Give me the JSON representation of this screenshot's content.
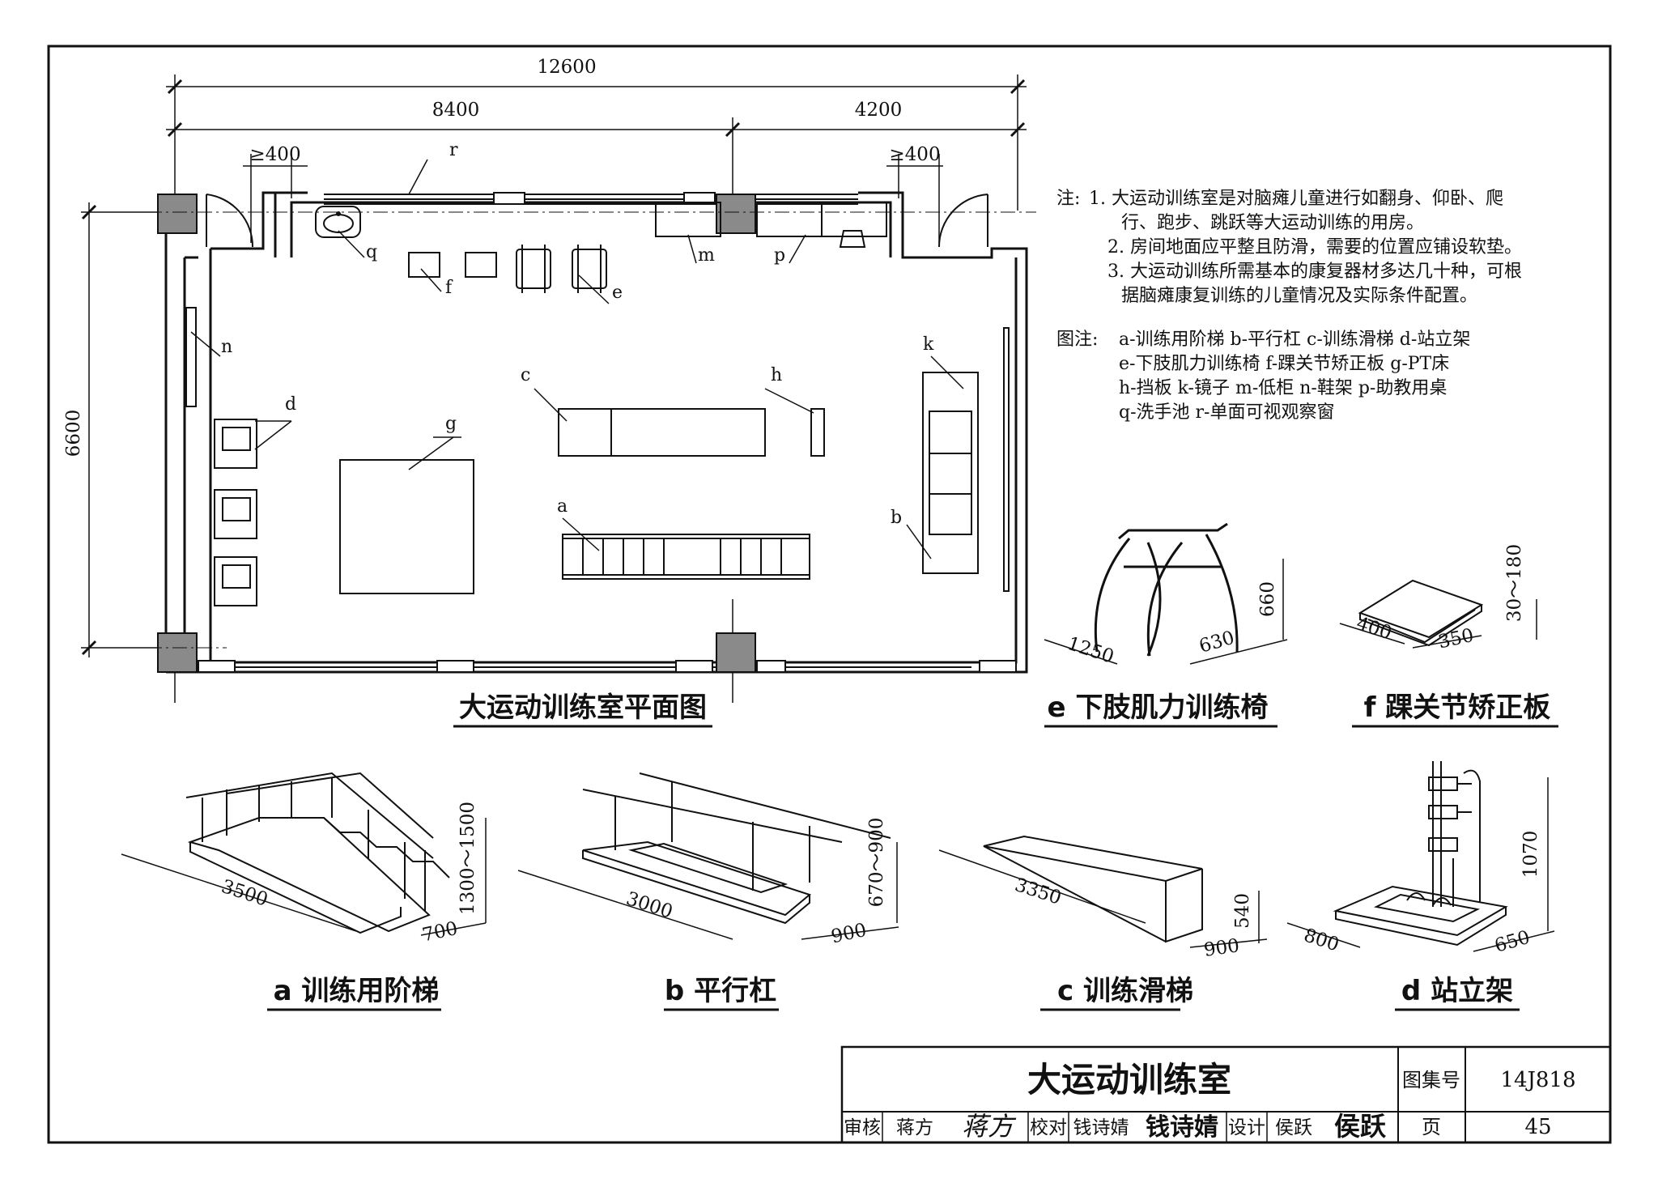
{
  "plan": {
    "dims": {
      "total_width": "12600",
      "left_width": "8400",
      "right_width": "4200",
      "clear_left": "≥400",
      "clear_right": "≥400",
      "depth": "6600"
    },
    "labels": {
      "a": "a",
      "b": "b",
      "c": "c",
      "d": "d",
      "e": "e",
      "f": "f",
      "g": "g",
      "h": "h",
      "k": "k",
      "m": "m",
      "n": "n",
      "p": "p",
      "q": "q",
      "r": "r"
    },
    "caption": "大运动训练室平面图"
  },
  "notes": {
    "heading": "注:",
    "lines": [
      "1. 大运动训练室是对脑瘫儿童进行如翻身、仰卧、爬",
      "行、跑步、跳跃等大运动训练的用房。",
      "2. 房间地面应平整且防滑，需要的位置应铺设软垫。",
      "3. 大运动训练所需基本的康复器材多达几十种，可根",
      "据脑瘫康复训练的儿童情况及实际条件配置。"
    ],
    "legend_heading": "图注:",
    "legend_lines": [
      "a-训练用阶梯   b-平行杠   c-训练滑梯   d-站立架",
      "e-下肢肌力训练椅      f-踝关节矫正板      g-PT床",
      "h-挡板   k-镜子    m-低柜    n-鞋架     p-助教用桌",
      "q-洗手池   r-单面可视观察窗"
    ]
  },
  "details": {
    "e": {
      "caption": "e  下肢肌力训练椅",
      "dims": [
        "1250",
        "630",
        "660"
      ]
    },
    "f": {
      "caption": "f  踝关节矫正板",
      "dims": [
        "400",
        "350",
        "30～180"
      ]
    },
    "a": {
      "caption": "a  训练用阶梯",
      "dims": [
        "3500",
        "700",
        "1300～1500"
      ]
    },
    "b": {
      "caption": "b  平行杠",
      "dims": [
        "3000",
        "900",
        "670～900"
      ]
    },
    "c": {
      "caption": "c  训练滑梯",
      "dims": [
        "3350",
        "900",
        "540"
      ]
    },
    "d": {
      "caption": "d  站立架",
      "dims": [
        "800",
        "650",
        "1070"
      ]
    }
  },
  "title_block": {
    "title": "大运动训练室",
    "atlas_label": "图集号",
    "atlas_no": "14J818",
    "review_label": "审核",
    "reviewer": "蒋方",
    "check_label": "校对",
    "checker": "钱诗婧",
    "design_label": "设计",
    "designer": "侯跃",
    "page_label": "页",
    "page_no": "45",
    "signatures": [
      "蒋方",
      "钱诗婧",
      "侯跃"
    ]
  }
}
